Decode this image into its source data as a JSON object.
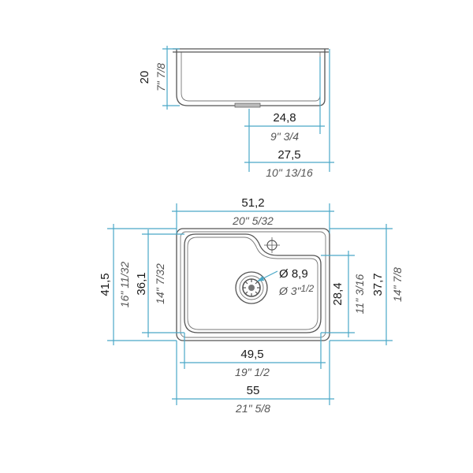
{
  "colors": {
    "dimension_line": "#4aa8c7",
    "outline": "#555555",
    "text": "#1a1a1a",
    "imperial_text": "#555555"
  },
  "side_view": {
    "depth_metric": "20",
    "depth_imperial": "7\" 7/8",
    "inner_width_metric": "24,8",
    "inner_width_imperial": "9\" 3/4",
    "outer_width_metric": "27,5",
    "outer_width_imperial": "10\" 13/16"
  },
  "top_view": {
    "bowl_width_metric": "51,2",
    "bowl_width_imperial": "20\" 5/32",
    "outer_height_metric": "41,5",
    "outer_height_imperial": "16\" 11/32",
    "bowl_height_metric": "36,1",
    "bowl_height_imperial": "14\" 7/32",
    "drain_diameter_metric": "Ø 8,9",
    "drain_diameter_imperial_main": "Ø 3\"",
    "drain_diameter_imperial_fraction": "1/2",
    "drain_offset_metric": "28,4",
    "drain_offset_imperial": "11\" 3/16",
    "right_height_metric": "37,7",
    "right_height_imperial": "14\" 7/8",
    "inner_width_metric": "49,5",
    "inner_width_imperial": "19\" 1/2",
    "total_width_metric": "55",
    "total_width_imperial": "21\" 5/8"
  }
}
